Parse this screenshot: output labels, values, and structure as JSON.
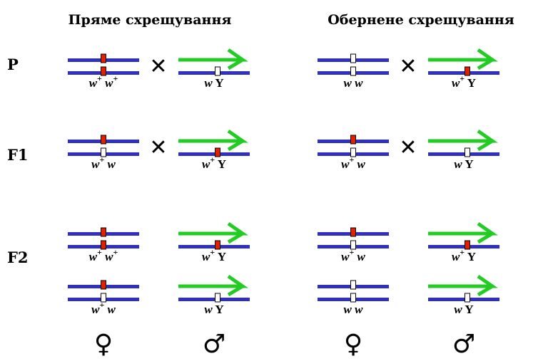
{
  "titles": {
    "direct": "Пряме схрещування",
    "reciprocal": "Обернене схрещування"
  },
  "generations": [
    "P",
    "F1",
    "F2"
  ],
  "cross_symbol": "✕",
  "sex_symbols": {
    "female": "♀",
    "male": "♂"
  },
  "colors": {
    "chromosome": "#3030c0",
    "y_chromosome": "#22cc22",
    "allele_dominant": "#e02000",
    "allele_recessive": "#ffffff"
  },
  "panels": {
    "direct": {
      "P": {
        "female": {
          "alleles": [
            "w+",
            "w+"
          ],
          "label": [
            "w",
            "+",
            " w",
            "+"
          ]
        },
        "male": {
          "allele": "w",
          "label": [
            "w",
            "",
            " Y",
            ""
          ]
        }
      },
      "F1": {
        "female": {
          "alleles": [
            "w+",
            "w"
          ],
          "label": [
            "w",
            "+",
            " w",
            ""
          ]
        },
        "male": {
          "allele": "w+",
          "label": [
            "w",
            "+",
            " Y",
            ""
          ]
        }
      },
      "F2a": {
        "female": {
          "alleles": [
            "w+",
            "w+"
          ],
          "label": [
            "w",
            "+",
            " w",
            "+"
          ]
        },
        "male": {
          "allele": "w+",
          "label": [
            "w",
            "+",
            " Y",
            ""
          ]
        }
      },
      "F2b": {
        "female": {
          "alleles": [
            "w+",
            "w"
          ],
          "label": [
            "w",
            "+",
            " w",
            ""
          ]
        },
        "male": {
          "allele": "w",
          "label": [
            "w",
            "",
            " Y",
            ""
          ]
        }
      }
    },
    "reciprocal": {
      "P": {
        "female": {
          "alleles": [
            "w",
            "w"
          ],
          "label": [
            "w",
            "",
            " w",
            ""
          ]
        },
        "male": {
          "allele": "w+",
          "label": [
            "w",
            "+",
            " Y",
            ""
          ]
        }
      },
      "F1": {
        "female": {
          "alleles": [
            "w+",
            "w"
          ],
          "label": [
            "w",
            "+",
            " w",
            ""
          ]
        },
        "male": {
          "allele": "w",
          "label": [
            "w",
            "",
            " Y",
            ""
          ]
        }
      },
      "F2a": {
        "female": {
          "alleles": [
            "w+",
            "w"
          ],
          "label": [
            "w",
            "+",
            " w",
            ""
          ]
        },
        "male": {
          "allele": "w+",
          "label": [
            "w",
            "+",
            " Y",
            ""
          ]
        }
      },
      "F2b": {
        "female": {
          "alleles": [
            "w",
            "w"
          ],
          "label": [
            "w",
            "",
            " w",
            ""
          ]
        },
        "male": {
          "allele": "w",
          "label": [
            "w",
            "",
            " Y",
            ""
          ]
        }
      }
    }
  }
}
